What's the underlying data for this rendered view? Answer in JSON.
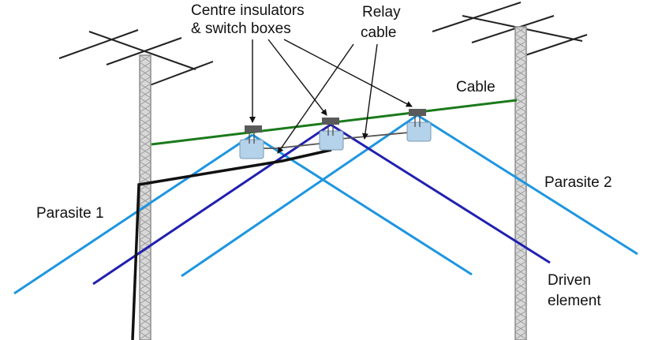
{
  "labels": {
    "insulators_line1": "Centre insulators",
    "insulators_line2": "& switch boxes",
    "relay_line1": "Relay",
    "relay_line2": "cable",
    "cable": "Cable",
    "parasite1": "Parasite 1",
    "parasite2": "Parasite 2",
    "driven_line1": "Driven",
    "driven_line2": "element"
  },
  "colors": {
    "parasite": "#1e96e0",
    "driven": "#2020b0",
    "cable": "#1a7a1a",
    "relay_cable": "#555555",
    "feed_cable": "#111111",
    "tower": "#8c8c8c",
    "switch_box": "#b4d2ea",
    "insulator": "#5a5a5a"
  }
}
